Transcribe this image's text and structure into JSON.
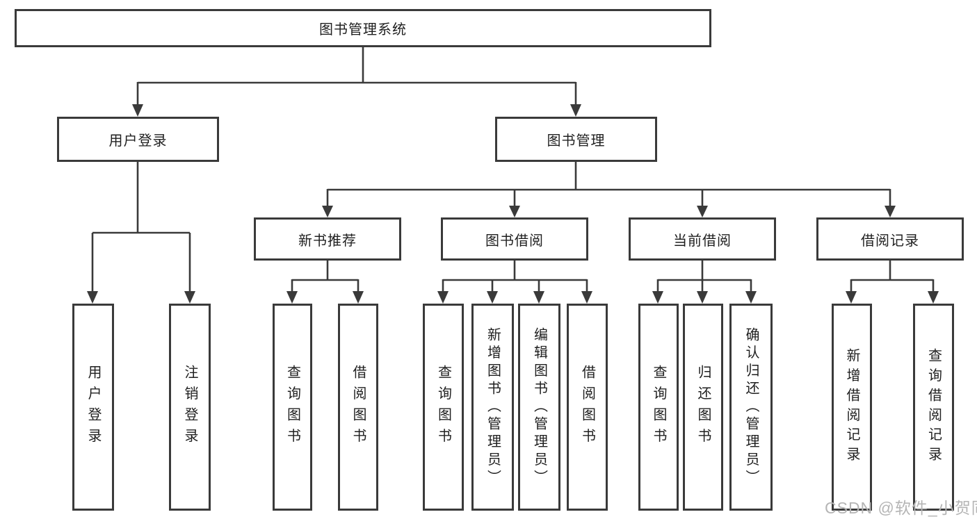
{
  "colors": {
    "line": "#3a3a3a",
    "text": "#1f1f1f",
    "watermark_text": "#b5b5b5",
    "background": "#ffffff"
  },
  "diagram": {
    "root": {
      "label": "图书管理系统"
    },
    "branches": {
      "user_login": {
        "label": "用户登录",
        "children": [
          {
            "label": "用户登录"
          },
          {
            "label": "注销登录"
          }
        ]
      },
      "book_management": {
        "label": "图书管理",
        "children": {
          "new_book_recommend": {
            "label": "新书推荐",
            "children": [
              {
                "label": "查询图书"
              },
              {
                "label": "借阅图书"
              }
            ]
          },
          "book_borrow": {
            "label": "图书借阅",
            "children": [
              {
                "label": "查询图书"
              },
              {
                "label": "新增图书（管理员）"
              },
              {
                "label": "编辑图书（管理员）"
              },
              {
                "label": "借阅图书"
              }
            ]
          },
          "current_borrow": {
            "label": "当前借阅",
            "children": [
              {
                "label": "查询图书"
              },
              {
                "label": "归还图书"
              },
              {
                "label": "确认归还（管理员）"
              }
            ]
          },
          "borrow_record": {
            "label": "借阅记录",
            "children": [
              {
                "label": "新增借阅记录"
              },
              {
                "label": "查询借阅记录"
              }
            ]
          }
        }
      }
    }
  },
  "watermark": {
    "text": "CSDN @软件_小贺同学"
  }
}
